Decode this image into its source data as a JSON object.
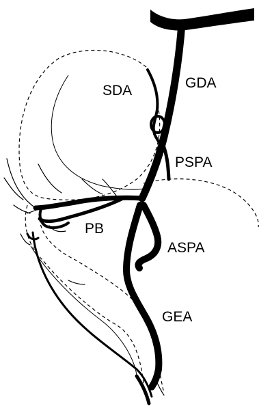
{
  "labels": {
    "sda": "SDA",
    "gda": "GDA",
    "pspa": "PSPA",
    "pb": "PB",
    "aspa": "ASPA",
    "gea": "GEA"
  },
  "colors": {
    "vessel": "#000000",
    "outline": "#000000",
    "background": "#ffffff"
  }
}
